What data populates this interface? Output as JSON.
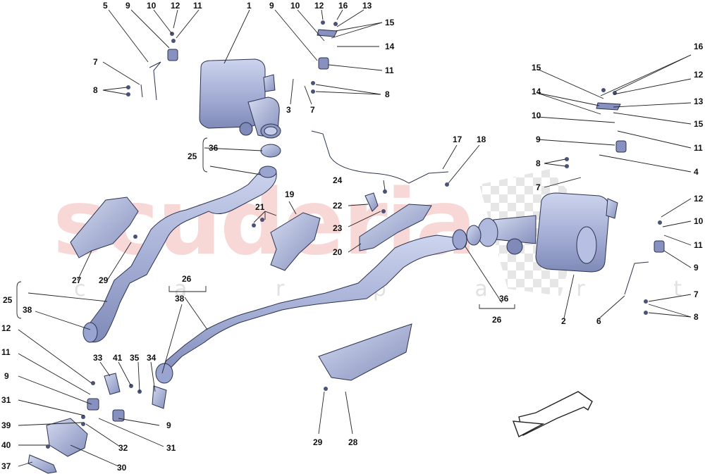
{
  "watermark": {
    "brand": "scuderia",
    "sub": "c a r p a r t s",
    "brand_color": "#f4b8b8",
    "checker_color": "#d8d8d8"
  },
  "part_color": "#a8b2d8",
  "labels": [
    "5",
    "9",
    "10",
    "12",
    "11",
    "1",
    "9",
    "10",
    "12",
    "16",
    "13",
    "15",
    "14",
    "11",
    "3",
    "7",
    "8",
    "7",
    "8",
    "17",
    "18",
    "25",
    "36",
    "24",
    "22",
    "23",
    "19",
    "21",
    "20",
    "27",
    "29",
    "16",
    "15",
    "12",
    "14",
    "13",
    "15",
    "10",
    "11",
    "9",
    "8",
    "4",
    "7",
    "12",
    "10",
    "11",
    "9",
    "2",
    "6",
    "7",
    "8",
    "36",
    "26",
    "26",
    "38",
    "25",
    "38",
    "12",
    "11",
    "9",
    "31",
    "39",
    "40",
    "37",
    "33",
    "41",
    "35",
    "34",
    "9",
    "32",
    "31",
    "30",
    "29",
    "28"
  ],
  "direction_arrow": "arrow-down-left-icon"
}
